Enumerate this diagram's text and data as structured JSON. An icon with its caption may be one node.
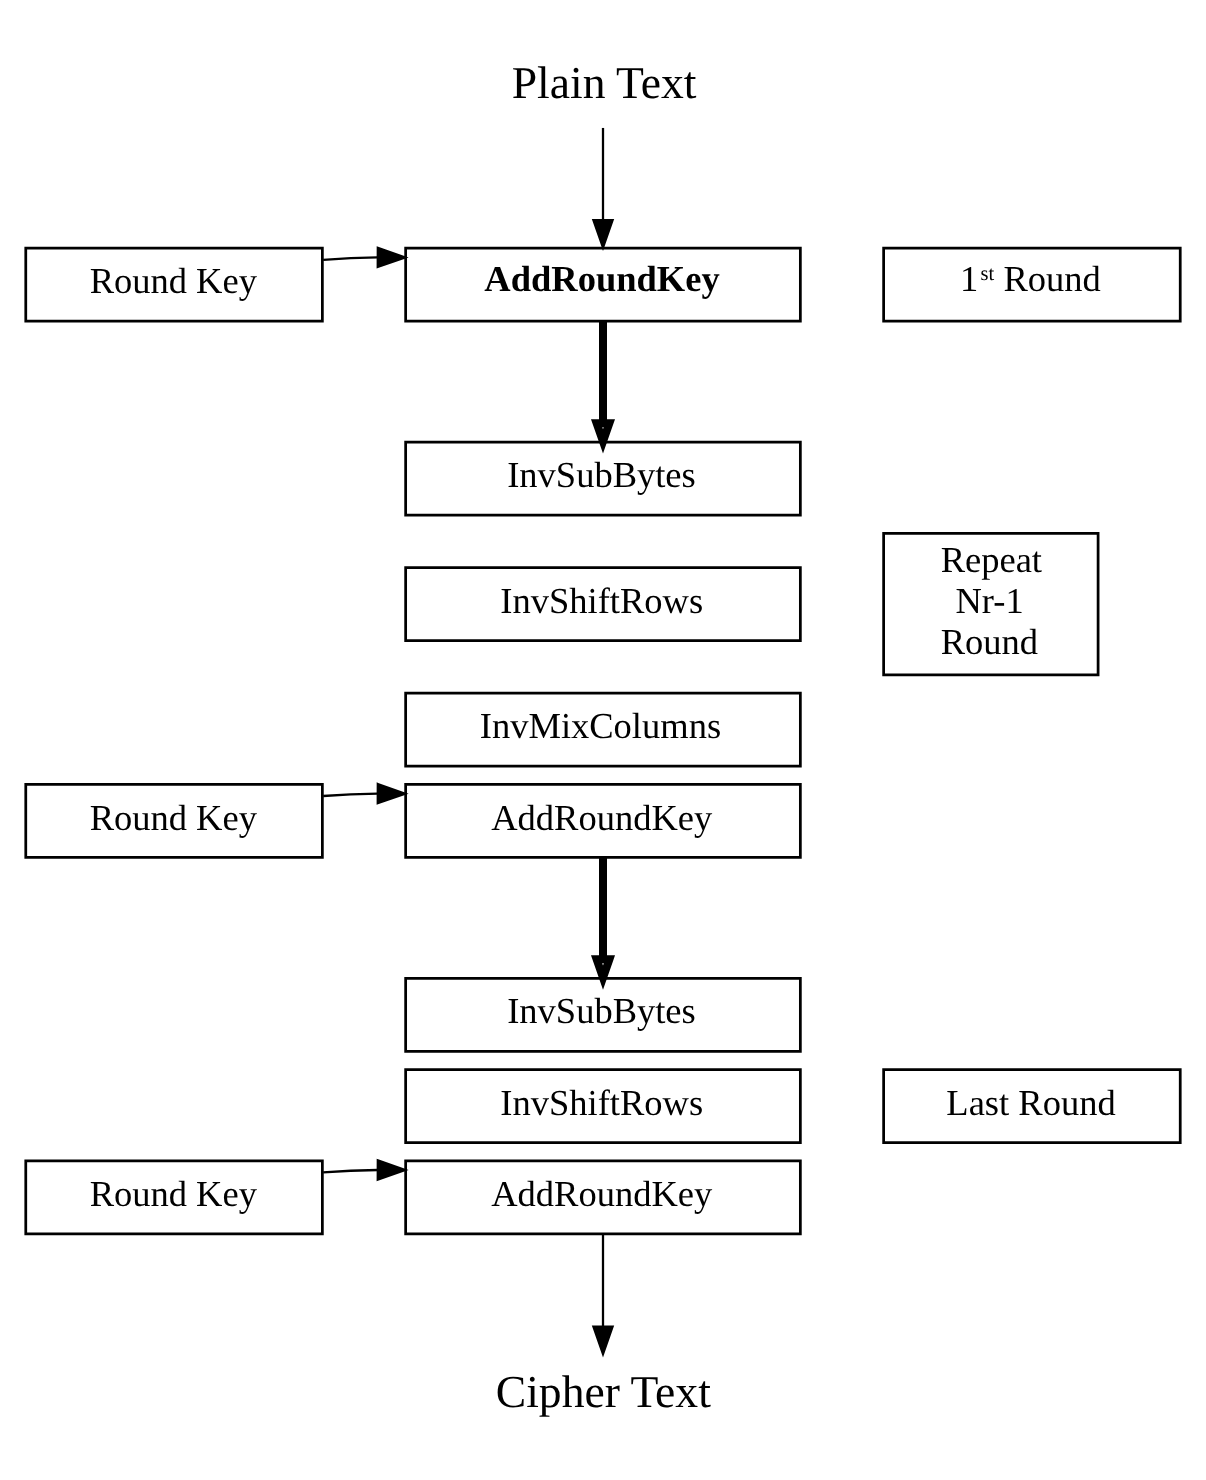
{
  "diagram": {
    "nodes": [
      {
        "text": [
          "Plain Text"
        ]
      },
      {
        "text": [
          "Round Key"
        ]
      },
      {
        "text": [
          "AddRoundKey"
        ]
      },
      {
        "text": [
          "1$^{st}$ Round"
        ]
      },
      {
        "text": [
          "Round Key"
        ]
      },
      {
        "text": [
          "InvSubBytes"
        ]
      },
      {
        "text": [
          "InvShiftRows"
        ]
      },
      {
        "text": [
          "InvMixColumns"
        ]
      },
      {
        "text": [
          "AddRoundKey"
        ]
      },
      {
        "text": [
          "Repeat Nr-1 Round"
        ]
      },
      {
        "text": [
          "Round Key"
        ]
      },
      {
        "text": [
          "InvSubBytes"
        ]
      },
      {
        "text": [
          "InvShiftRows"
        ]
      },
      {
        "text": [
          "AddRoundKey"
        ]
      },
      {
        "text": [
          "Last Round"
        ]
      },
      {
        "text": [
          "Cipher Text"
        ]
      }
    ],
    "edges": [
      {
        "from": 0,
        "to": 2,
        "arrow": "to"
      },
      {
        "from": 1,
        "to": 2,
        "arrow": "to"
      },
      {
        "from": 2,
        "to": 5,
        "arrow": "to",
        "style": "thick"
      },
      {
        "from": 4,
        "to": 8,
        "arrow": "to"
      },
      {
        "from": 8,
        "to": 11,
        "arrow": "to",
        "style": "thick"
      },
      {
        "from": 10,
        "to": 13,
        "arrow": "to"
      },
      {
        "from": 13,
        "to": 15,
        "arrow": "to"
      }
    ]
  }
}
